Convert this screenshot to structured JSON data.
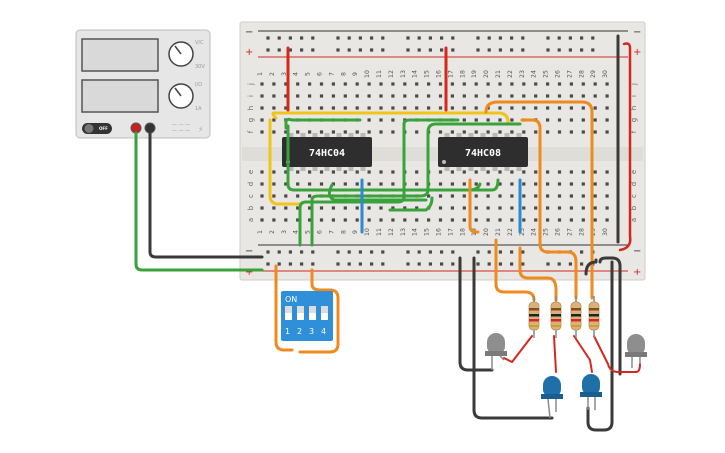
{
  "power_supply": {
    "knob1_label": "V/C",
    "knob1_value": "30V",
    "knob2_label": "I/O",
    "knob2_value": "1A",
    "switch_label": "OFF"
  },
  "breadboard": {
    "column_numbers": [
      "1",
      "2",
      "3",
      "4",
      "5",
      "6",
      "7",
      "8",
      "9",
      "10",
      "11",
      "12",
      "13",
      "14",
      "15",
      "16",
      "17",
      "18",
      "19",
      "20",
      "21",
      "22",
      "23",
      "24",
      "25",
      "26",
      "27",
      "28",
      "29",
      "30"
    ],
    "top_row_labels": [
      "f",
      "g",
      "h",
      "i",
      "j"
    ],
    "bottom_row_labels": [
      "a",
      "b",
      "c",
      "d",
      "e"
    ],
    "rail_minus": "−",
    "rail_plus": "+"
  },
  "chips": [
    {
      "label": "74HC04"
    },
    {
      "label": "74HC08"
    }
  ],
  "dip_switch": {
    "on_label": "ON",
    "positions": [
      "1",
      "2",
      "3",
      "4"
    ]
  },
  "colors": {
    "board": "#e9e7e3",
    "chip": "#2e2e2e",
    "dip": "#2f8fd8",
    "wire_red": "#d4281f",
    "wire_black": "#3a3a3a",
    "wire_green": "#3aa23a",
    "wire_yellow": "#f0c419",
    "wire_orange": "#ef8a1c",
    "wire_blue": "#2b8ad0",
    "led_gray": "#8e8e8e",
    "led_blue": "#1f6fa8"
  }
}
